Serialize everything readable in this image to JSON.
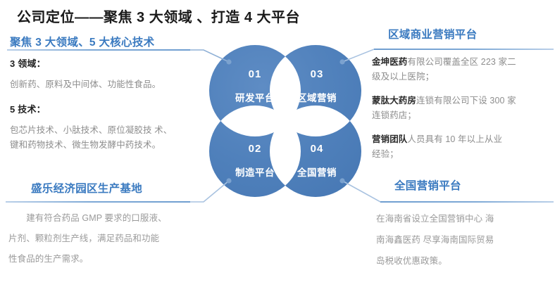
{
  "slide": {
    "title": "公司定位——聚焦 3 大领域 、打造 4 大平台",
    "accent_color": "#3a7ac0",
    "petal_color": "#4f80bb",
    "body_color": "#8d8d8d"
  },
  "panels": {
    "top_left": {
      "heading": "聚焦 3 大领域、5 大核心技术",
      "label_1": "3 领域：",
      "text_1": "创新药、原料及中间体、功能性食品。",
      "label_2": "5 技术：",
      "text_2_line1": "包芯片技术、小肽技术、原位凝胶技  术、",
      "text_2_line2": "键和药物技术、微生物发酵中药技术。"
    },
    "bottom_left": {
      "heading": "盛乐经济园区生产基地",
      "line1": "　　建有符合药品 GMP 要求的口服液、",
      "line2": "片剂、颗粒剂生产线，满足药品和功能",
      "line3": "性食品的生产需求。"
    },
    "top_right": {
      "heading": "区域商业营销平台",
      "p1_bold": "金坤医药",
      "p1_rest_line1": "有限公司覆盖全区 223 家二",
      "p1_line2": "级及以上医院；",
      "p2_bold": "蒙肽大药房",
      "p2_rest_line1": "连锁有限公司下设 300 家",
      "p2_line2": "连锁药店；",
      "p3_bold": "营销团队",
      "p3_rest_line1": "人员具有 10 年以上从业",
      "p3_line2": "经验；"
    },
    "bottom_right": {
      "heading": "全国营销平台",
      "line1": "在海南省设立全国营销中心  海",
      "line2": "南海鑫医药  尽享海南国际贸易",
      "line3": "岛税收优惠政策。"
    }
  },
  "venn": {
    "petals": [
      {
        "num": "01",
        "label": "研发平台",
        "position": "top-left"
      },
      {
        "num": "03",
        "label": "区域营销",
        "position": "top-right"
      },
      {
        "num": "02",
        "label": "制造平台",
        "position": "bottom-left"
      },
      {
        "num": "04",
        "label": "全国营销",
        "position": "bottom-right"
      }
    ]
  }
}
